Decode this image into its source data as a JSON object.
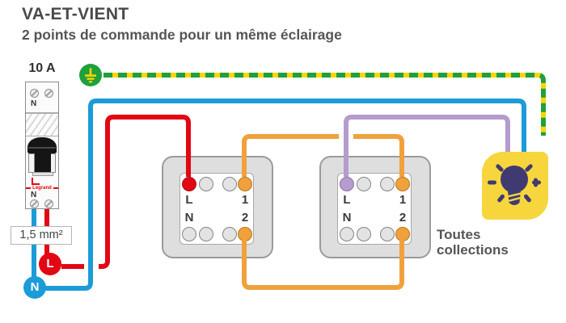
{
  "header": {
    "title": "VA-ET-VIENT",
    "subtitle": "2 points de commande pour un même éclairage"
  },
  "breaker": {
    "rating": "10 A",
    "neutral_label_top": "N",
    "neutral_label_bottom": "N",
    "brand": "Legrand",
    "wire_size": "1,5 mm²"
  },
  "conductors": {
    "live_badge": "L",
    "neutral_badge": "N"
  },
  "switches": [
    {
      "id": "switch-1",
      "terminals": {
        "top_left": "L",
        "top_right": "1",
        "bottom_left": "N",
        "bottom_right": "2"
      }
    },
    {
      "id": "switch-2",
      "terminals": {
        "top_left": "L",
        "top_right": "1",
        "bottom_left": "N",
        "bottom_right": "2"
      }
    }
  ],
  "lamp": {
    "caption": "Toutes collections"
  },
  "icons": {
    "earth": "ground-symbol",
    "bulb": "light-bulb",
    "screw": "screw-head"
  },
  "colors": {
    "live": "#E30613",
    "neutral": "#1B9CD8",
    "shuttle": "#F0A13C",
    "lamp_return": "#B59BCE",
    "earth_green": "#1FA03C",
    "earth_yellow": "#FFD500",
    "lamp_yellow": "#F7D53D",
    "bulb_navy": "#3F3B71",
    "text_dark": "#4D4D4D"
  }
}
